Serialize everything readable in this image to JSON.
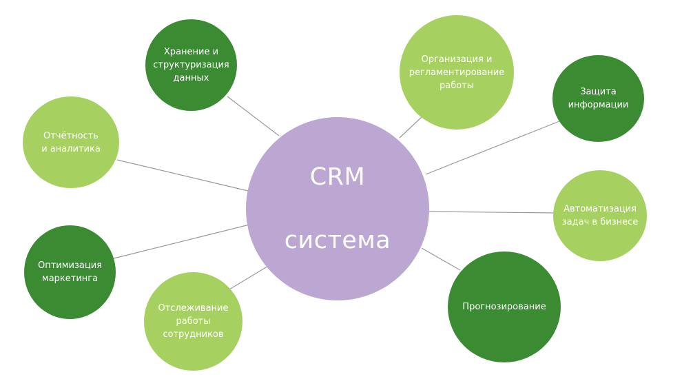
{
  "center": {
    "line1": "CRM",
    "line2": "система"
  },
  "nodes": {
    "storage": {
      "label": "Хранение и\nструктуризация\nданных"
    },
    "org": {
      "label": "Организация и\nрегламентирование\nработы"
    },
    "protect": {
      "label": "Защита\nинформации"
    },
    "report": {
      "label": "Отчётность\nи аналитика"
    },
    "auto": {
      "label": "Автоматизация\nзадач в бизнесе"
    },
    "market": {
      "label": "Оптимизация\nмаркетинга"
    },
    "forecast": {
      "label": "Прогнозирование"
    },
    "staff": {
      "label": "Отслеживание\nработы\nсотрудников"
    }
  },
  "colors": {
    "dark_green": "#3b8b33",
    "light_green": "#a6d160",
    "center_purple": "#bba7d2",
    "connector": "#9a9a9a"
  }
}
